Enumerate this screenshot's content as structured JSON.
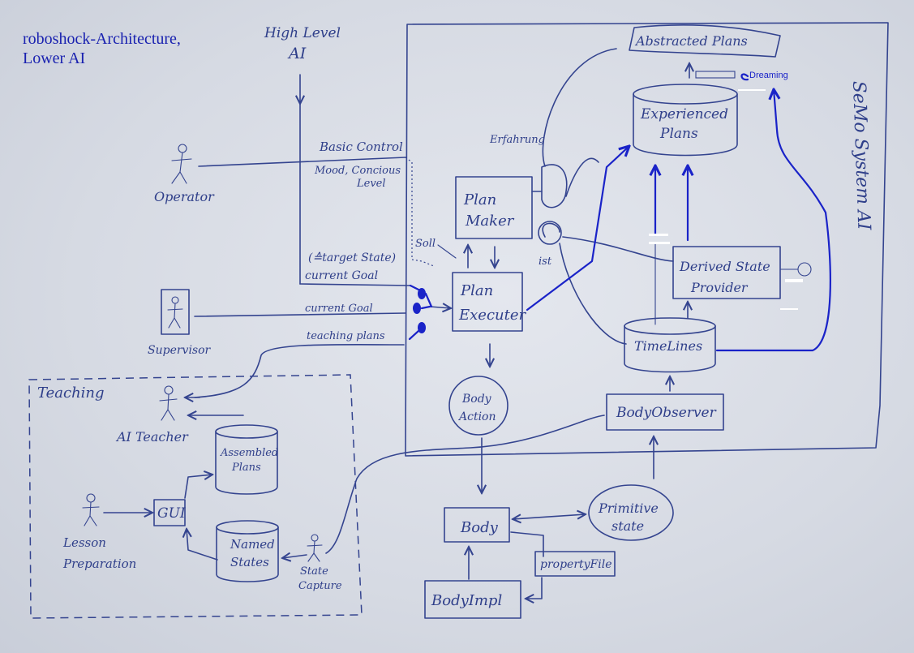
{
  "title": {
    "line1": "roboshock-Architecture,",
    "line2": "Lower AI"
  },
  "labels": {
    "high_level_ai_1": "High Level",
    "high_level_ai_2": "AI",
    "basic_control": "Basic Control",
    "mood_1": "Mood, Concious",
    "mood_2": "Level",
    "operator": "Operator",
    "target_state": "(≙target State)",
    "current_goal_1": "current Goal",
    "current_goal_2": "current Goal",
    "teaching_plans": "teaching plans",
    "supervisor": "Supervisor",
    "teaching": "Teaching",
    "ai_teacher": "AI Teacher",
    "lesson_1": "Lesson",
    "lesson_2": "Preparation",
    "state_capture_1": "State",
    "state_capture_2": "Capture",
    "abstracted_plans": "Abstracted Plans",
    "dreaming": "Dreaming",
    "experienced_1": "Experienced",
    "experienced_2": "Plans",
    "semo": "SeMo System AI",
    "erfahrung": "Erfahrung",
    "plan_maker_1": "Plan",
    "plan_maker_2": "Maker",
    "soll": "Soll",
    "ist": "ist",
    "plan_executer_1": "Plan",
    "plan_executer_2": "Executer",
    "derived_1": "Derived State",
    "derived_2": "Provider",
    "timelines": "TimeLines",
    "body_action_1": "Body",
    "body_action_2": "Action",
    "body_observer": "BodyObserver",
    "assembled_1": "Assembled",
    "assembled_2": "Plans",
    "named_1": "Named",
    "named_2": "States",
    "gui": "GUI",
    "body": "Body",
    "primitive_1": "Primitive",
    "primitive_2": "state",
    "property_file": "propertyFile",
    "body_impl": "BodyImpl"
  },
  "colors": {
    "ink": "#34448f",
    "marker": "#1a23c8",
    "paper": "#d9dde6"
  }
}
